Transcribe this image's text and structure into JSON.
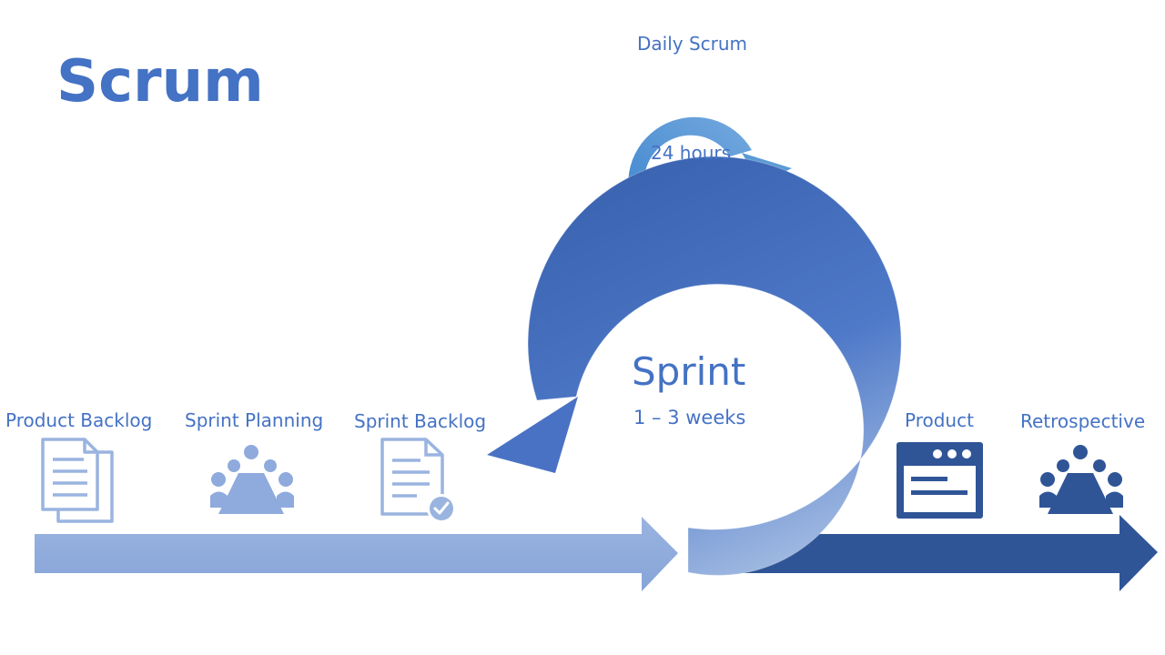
{
  "title": "Scrum",
  "daily_scrum": {
    "label": "Daily Scrum",
    "duration": "24 hours"
  },
  "sprint": {
    "label": "Sprint",
    "duration": "1 – 3 weeks"
  },
  "stages": [
    {
      "label": "Product Backlog",
      "icon": "documents-icon"
    },
    {
      "label": "Sprint Planning",
      "icon": "meeting-table-icon"
    },
    {
      "label": "Sprint Backlog",
      "icon": "document-check-icon"
    },
    {
      "label": "Product",
      "icon": "browser-window-icon"
    },
    {
      "label": "Retrospective",
      "icon": "meeting-table-icon"
    }
  ],
  "colors": {
    "primary": "#4472c4",
    "light_arrow": "#8faadc",
    "dark_arrow": "#2f5597",
    "daily_loop": "#5b9bd5"
  }
}
